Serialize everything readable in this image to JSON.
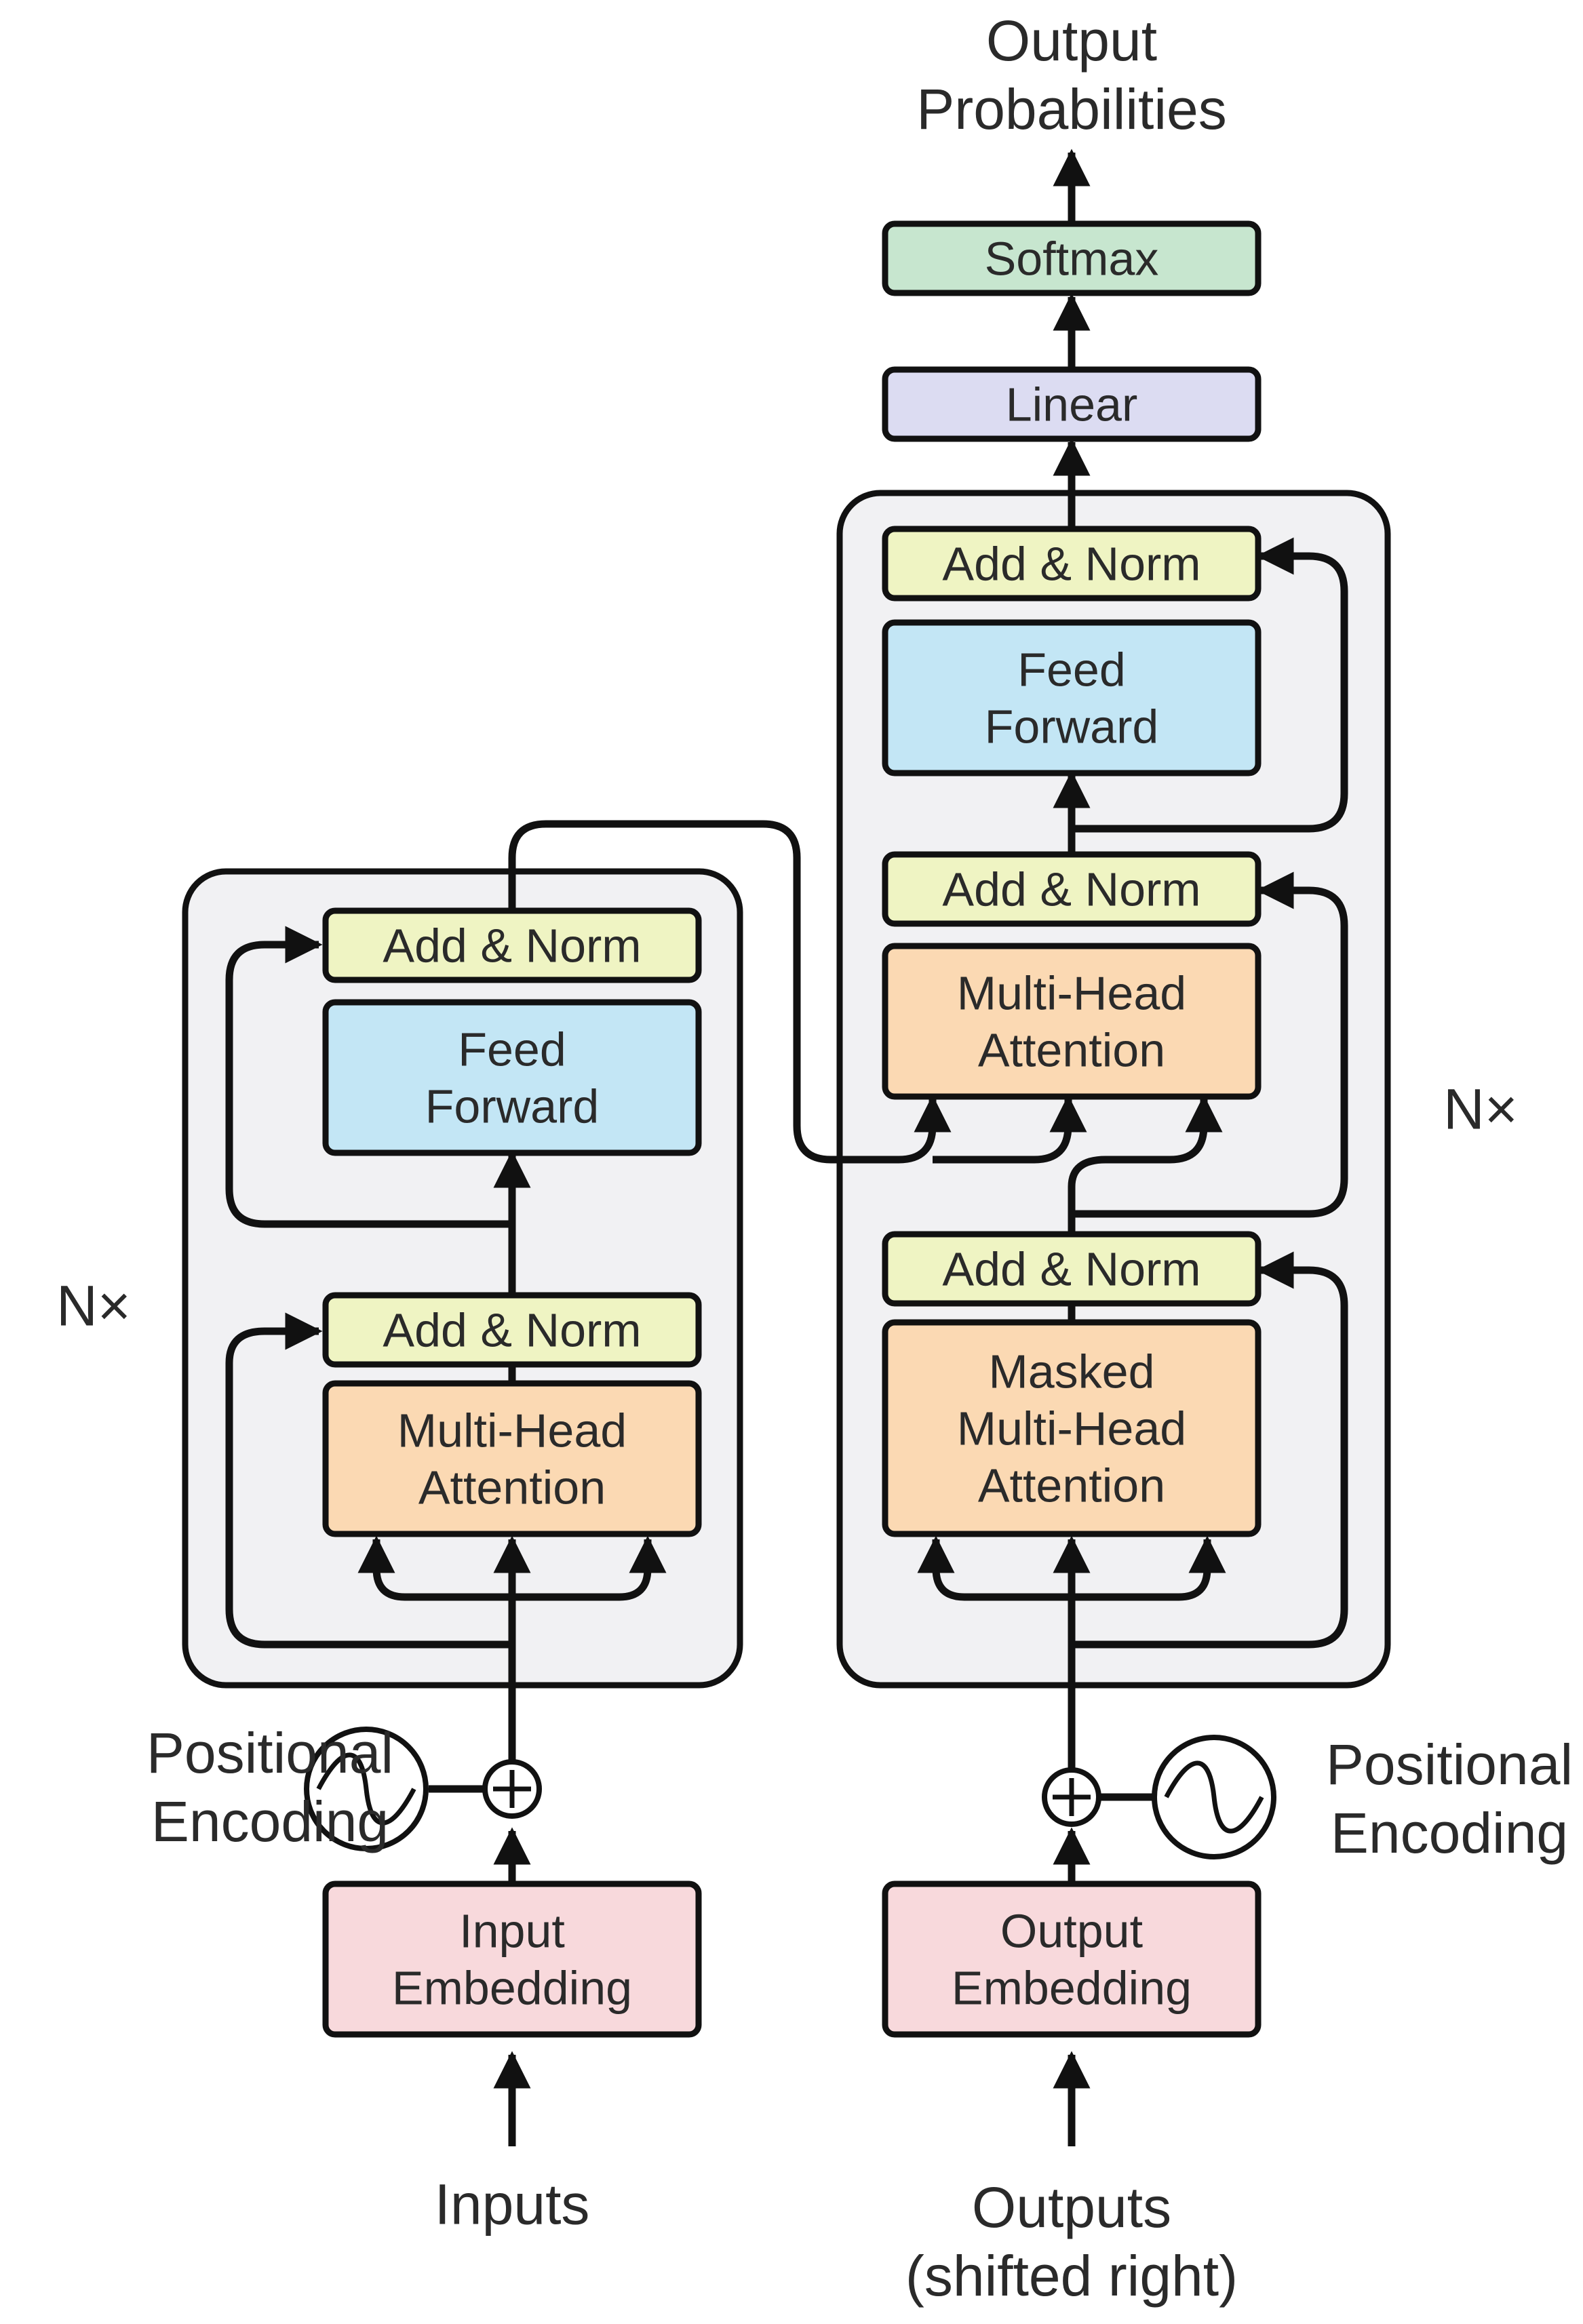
{
  "colors": {
    "add_norm": "#eff4c3",
    "feed_forward": "#c3e6f5",
    "attention": "#fbd9b3",
    "embedding": "#f8d9dc",
    "linear": "#dcdcf2",
    "softmax": "#c7e6cf",
    "stack": "#f1f1f3",
    "line": "#111111"
  },
  "labels": {
    "output_probabilities": [
      "Output",
      "Probabilities"
    ],
    "softmax": [
      "Softmax"
    ],
    "linear": [
      "Linear"
    ],
    "add_norm": [
      "Add & Norm"
    ],
    "feed_forward": [
      "Feed",
      "Forward"
    ],
    "multi_head_attention": [
      "Multi-Head",
      "Attention"
    ],
    "masked_multi_head_attention": [
      "Masked",
      "Multi-Head",
      "Attention"
    ],
    "input_embedding": [
      "Input",
      "Embedding"
    ],
    "output_embedding": [
      "Output",
      "Embedding"
    ],
    "positional_encoding": [
      "Positional",
      "Encoding"
    ],
    "inputs": [
      "Inputs"
    ],
    "outputs": [
      "Outputs",
      "(shifted right)"
    ],
    "nx": "N×"
  },
  "icons": {
    "add": "circle-plus-icon",
    "positional_encoding": "sine-wave-icon"
  }
}
